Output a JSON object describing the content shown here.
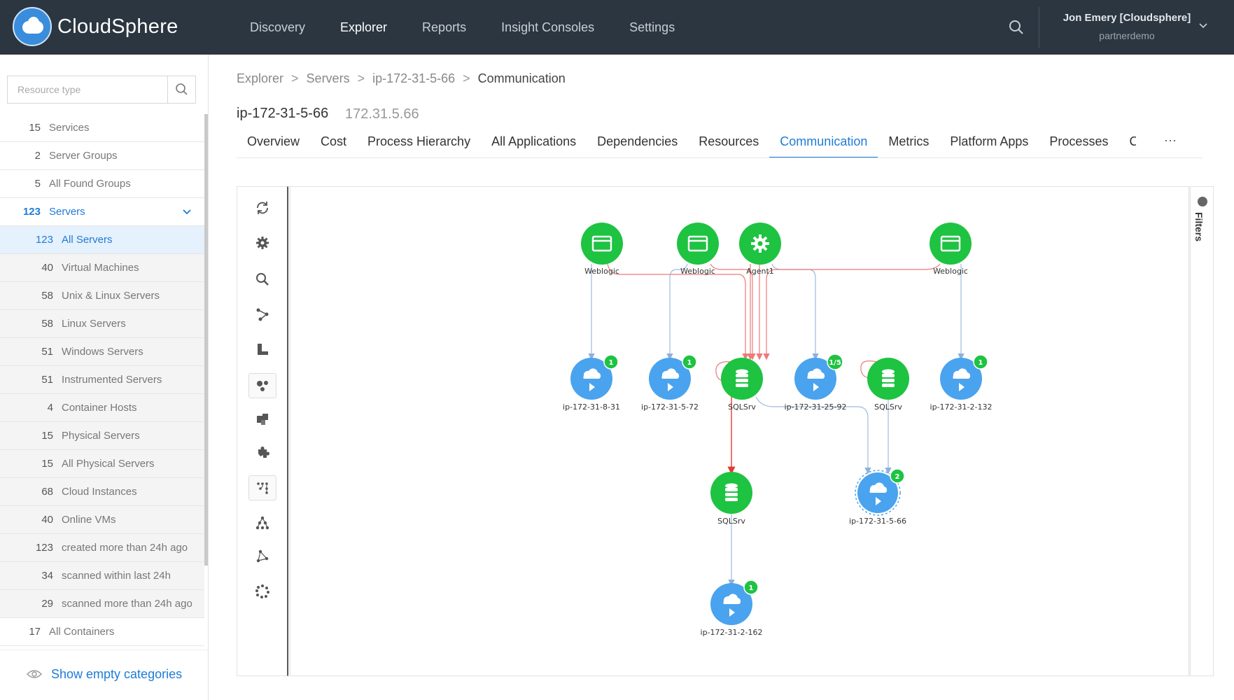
{
  "app": {
    "brand": "CloudSphere"
  },
  "nav": {
    "items": [
      "Discovery",
      "Explorer",
      "Reports",
      "Insight Consoles",
      "Settings"
    ],
    "active": "Explorer"
  },
  "user": {
    "name": "Jon Emery [Cloudsphere]",
    "org": "partnerdemo"
  },
  "sidebar": {
    "search_placeholder": "Resource type",
    "categories": [
      {
        "count": "15",
        "label": "Services"
      },
      {
        "count": "2",
        "label": "Server Groups"
      },
      {
        "count": "5",
        "label": "All Found Groups"
      },
      {
        "count": "123",
        "label": "Servers"
      },
      {
        "count": "123",
        "label": "All Servers"
      },
      {
        "count": "40",
        "label": "Virtual Machines"
      },
      {
        "count": "58",
        "label": "Unix & Linux Servers"
      },
      {
        "count": "58",
        "label": "Linux Servers"
      },
      {
        "count": "51",
        "label": "Windows Servers"
      },
      {
        "count": "51",
        "label": "Instrumented Servers"
      },
      {
        "count": "4",
        "label": "Container Hosts"
      },
      {
        "count": "15",
        "label": "Physical Servers"
      },
      {
        "count": "15",
        "label": "All Physical Servers"
      },
      {
        "count": "68",
        "label": "Cloud Instances"
      },
      {
        "count": "40",
        "label": "Online VMs"
      },
      {
        "count": "123",
        "label": "created more than 24h ago"
      },
      {
        "count": "34",
        "label": "scanned within last 24h"
      },
      {
        "count": "29",
        "label": "scanned more than 24h ago"
      },
      {
        "count": "17",
        "label": "All Containers"
      }
    ],
    "show_empty": "Show empty categories"
  },
  "breadcrumb": [
    "Explorer",
    "Servers",
    "ip-172-31-5-66",
    "Communication"
  ],
  "header": {
    "host": "ip-172-31-5-66",
    "ip": "172.31.5.66"
  },
  "tabs": [
    "Overview",
    "Cost",
    "Process Hierarchy",
    "All Applications",
    "Dependencies",
    "Resources",
    "Communication",
    "Metrics",
    "Platform Apps",
    "Processes",
    "Connections W"
  ],
  "active_tab": "Communication",
  "tab_more": "···",
  "filters_label": "Filters",
  "graph": {
    "nodes": [
      {
        "id": "wl1",
        "label": "Weblogic",
        "kind": "app",
        "icon": "window-icon"
      },
      {
        "id": "wl2",
        "label": "Weblogic",
        "kind": "app",
        "icon": "window-icon"
      },
      {
        "id": "ag1",
        "label": "Agent1",
        "kind": "app",
        "icon": "gear-icon"
      },
      {
        "id": "wl3",
        "label": "Weblogic",
        "kind": "app",
        "icon": "window-icon"
      },
      {
        "id": "s1",
        "label": "ip-172-31-8-31",
        "kind": "server",
        "badge": "1"
      },
      {
        "id": "s2",
        "label": "ip-172-31-5-72",
        "kind": "server",
        "badge": "1"
      },
      {
        "id": "db1",
        "label": "SQLSrv",
        "kind": "db"
      },
      {
        "id": "s3",
        "label": "ip-172-31-25-92",
        "kind": "server",
        "badge": "1/5"
      },
      {
        "id": "db2",
        "label": "SQLSrv",
        "kind": "db"
      },
      {
        "id": "s4",
        "label": "ip-172-31-2-132",
        "kind": "server",
        "badge": "1"
      },
      {
        "id": "db3",
        "label": "SQLSrv",
        "kind": "db"
      },
      {
        "id": "s5",
        "label": "ip-172-31-5-66",
        "kind": "server",
        "badge": "2"
      },
      {
        "id": "s6",
        "label": "ip-172-31-2-162",
        "kind": "server",
        "badge": "1"
      }
    ]
  },
  "colors": {
    "nav_bg": "#2b3640",
    "accent": "#1f7bd8",
    "node_green": "#1ec341",
    "node_blue": "#4aa3ee",
    "edge_red": "#f0787a",
    "edge_blue": "#9bbbe0"
  }
}
